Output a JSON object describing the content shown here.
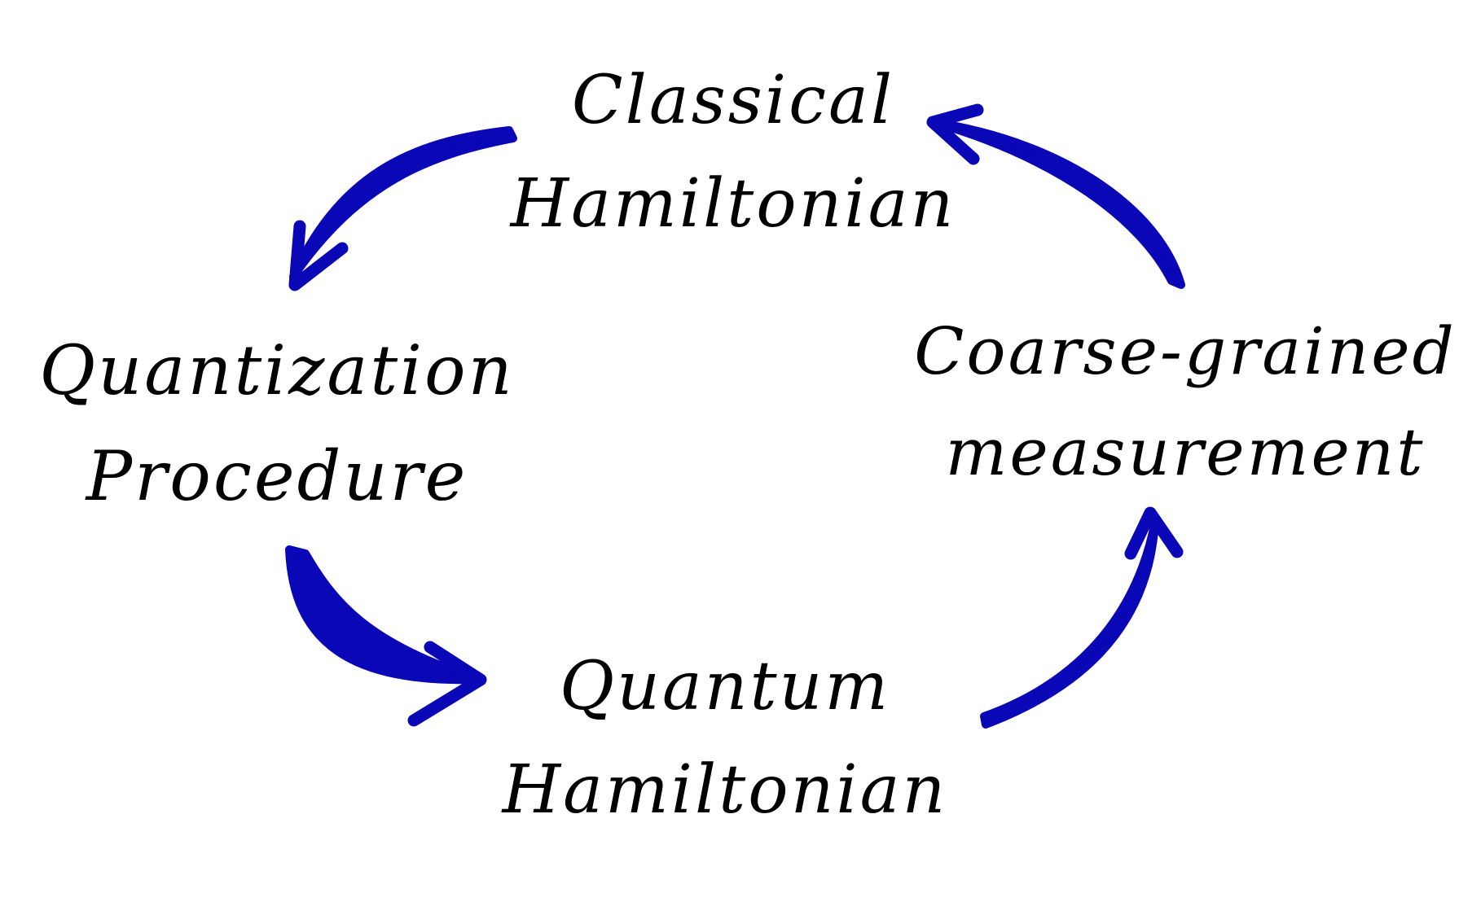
{
  "colors": {
    "arrow": "#0a07b6",
    "text": "#000000",
    "background": "#ffffff"
  },
  "nodes": {
    "classical_hamiltonian": {
      "line1": "Classical",
      "line2": "Hamiltonian"
    },
    "quantization_procedure": {
      "line1": "Quantization",
      "line2": "Procedure"
    },
    "quantum_hamiltonian": {
      "line1": "Quantum",
      "line2": "Hamiltonian"
    },
    "coarse_grained_measurement": {
      "line1": "Coarse-grained",
      "line2": "measurement"
    }
  },
  "edges": [
    {
      "from": "Classical Hamiltonian",
      "to": "Quantization Procedure"
    },
    {
      "from": "Quantization Procedure",
      "to": "Quantum Hamiltonian"
    },
    {
      "from": "Quantum Hamiltonian",
      "to": "Coarse-grained measurement"
    },
    {
      "from": "Coarse-grained measurement",
      "to": "Classical Hamiltonian"
    }
  ]
}
